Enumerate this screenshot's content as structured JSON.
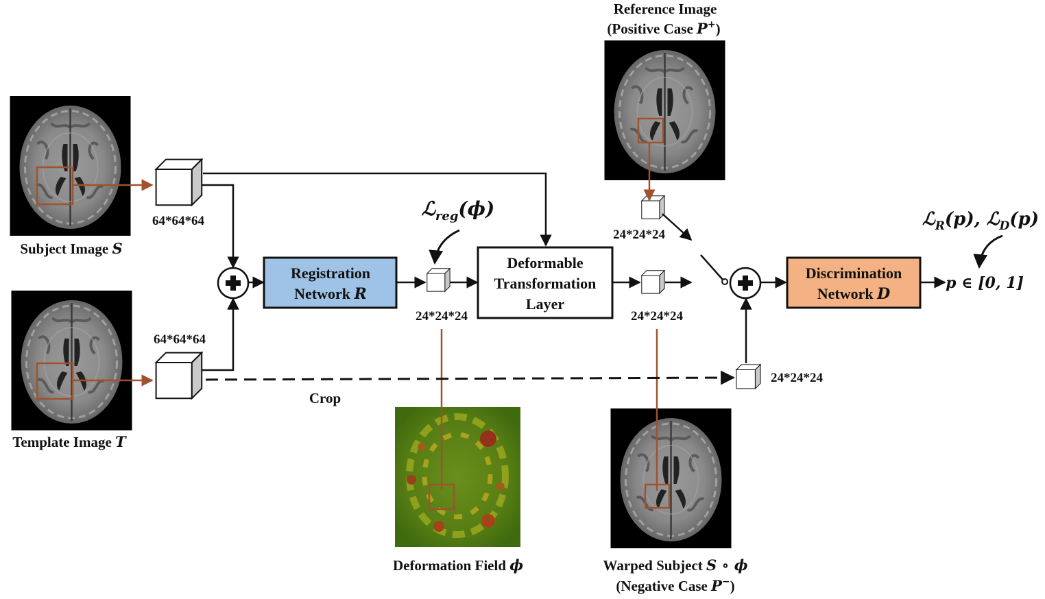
{
  "images": {
    "subject": {
      "caption": "Subject Image",
      "symbol": "S"
    },
    "template": {
      "caption": "Template Image",
      "symbol": "T"
    },
    "reference": {
      "caption_line1": "Reference Image",
      "caption_line2_prefix": "(Positive Case",
      "symbol": "P",
      "superscript": "+",
      "close": ")"
    },
    "deformation": {
      "caption": "Deformation Field",
      "symbol": "ϕ"
    },
    "warped": {
      "caption_line1_prefix": "Warped Subject",
      "caption_line1_symbol": "S ∘ ϕ",
      "caption_line2_prefix": "(Negative Case",
      "symbol": "P",
      "superscript": "−",
      "close": ")"
    }
  },
  "dims": {
    "subject_patch": "64*64*64",
    "template_patch": "64*64*64",
    "deformation_patch": "24*24*24",
    "warped_patch": "24*24*24",
    "reference_patch": "24*24*24",
    "cropped_patch": "24*24*24"
  },
  "blocks": {
    "registration": {
      "line1": "Registration",
      "line2_prefix": "Network",
      "symbol": "R",
      "color": "#9ec3e6"
    },
    "transformation": {
      "line1": "Deformable",
      "line2": "Transformation",
      "line3": "Layer",
      "color": "#ffffff"
    },
    "discrimination": {
      "line1": "Discrimination",
      "line2_prefix": "Network",
      "symbol": "D",
      "color": "#f4b183"
    }
  },
  "labels": {
    "crop": "Crop",
    "loss_reg": "ℒ",
    "loss_reg_sub": "reg",
    "loss_reg_arg": "(ϕ)",
    "loss_rd": "ℒ",
    "loss_rd_sub1": "R",
    "loss_rd_arg1": "(p), ",
    "loss_rd_sub2": "D",
    "loss_rd_arg2": "(p)",
    "output": "p ∈ [0, 1]"
  },
  "colors": {
    "patch_link": "#a0522d",
    "arrow": "#111111",
    "mri_background": "#000000",
    "deformation_background": "#4f7a12"
  }
}
